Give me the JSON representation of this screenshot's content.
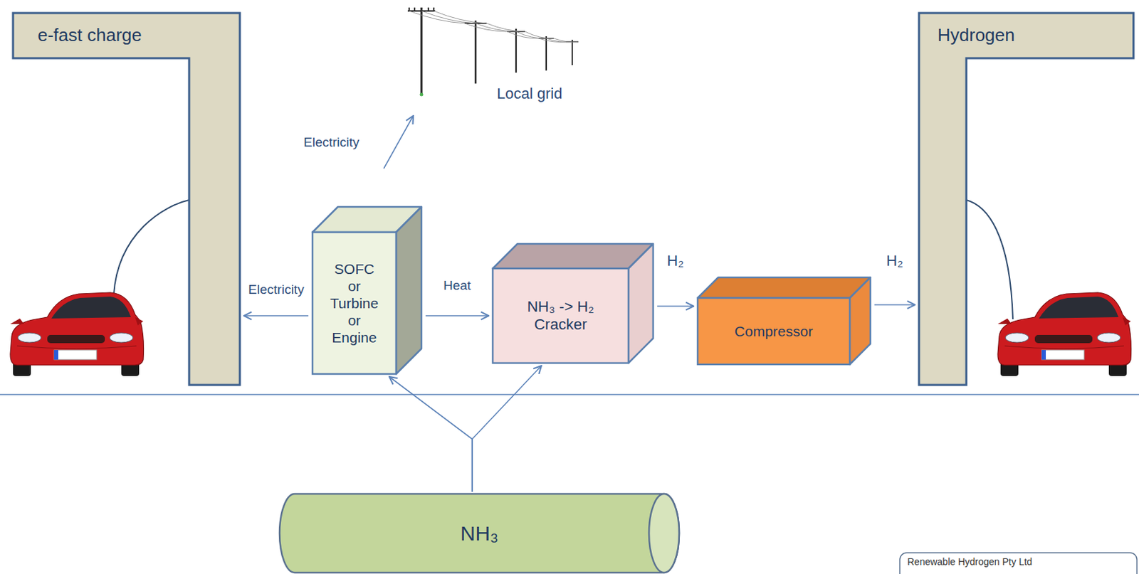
{
  "diagram": {
    "nodes": [
      {
        "text": [
          "e-fast charge"
        ]
      },
      {
        "text": [
          "SOFC or Turbine or Engine"
        ]
      },
      {
        "text": [
          "NH₃ -> H₂ Cracker"
        ]
      },
      {
        "text": [
          "Compressor"
        ]
      },
      {
        "text": [
          "Hydrogen"
        ]
      },
      {
        "text": [
          "NH₃"
        ]
      },
      {
        "text": [
          "Renewable Hydrogen Pty Ltd"
        ]
      }
    ],
    "edges": [
      {
        "from": 1,
        "to": 0,
        "label": "Electricity",
        "arrow": "to"
      },
      {
        "from": 1,
        "to": 2,
        "label": "Heat",
        "arrow": "to"
      },
      {
        "from": 2,
        "to": 3,
        "label": "H₂",
        "arrow": "to"
      },
      {
        "from": 3,
        "to": 4,
        "label": "H₂",
        "arrow": "to"
      },
      {
        "from": 5,
        "to": 1,
        "arrow": "to"
      },
      {
        "from": 5,
        "to": 2,
        "arrow": "to"
      }
    ],
    "labels": [
      "Local grid",
      "Electricity"
    ]
  }
}
